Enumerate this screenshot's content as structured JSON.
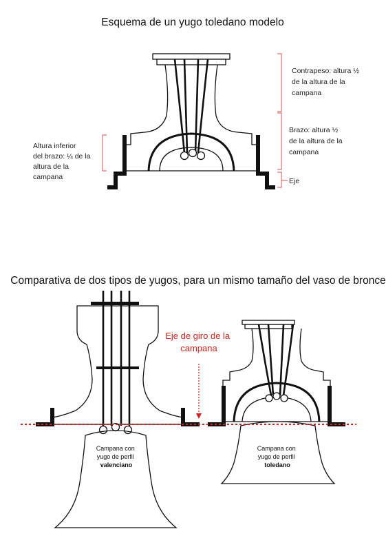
{
  "top_title": "Esquema de un yugo toledano modelo",
  "annotations": {
    "contrapeso": [
      "Contrapeso: altura ½",
      "de la altura de la",
      "campana"
    ],
    "brazo": [
      "Brazo: altura ½",
      "de la altura de la",
      "campana"
    ],
    "eje": "Eje",
    "altura_inferior": [
      "Altura inferior",
      "del brazo: ¼ de la",
      "altura de la",
      "campana"
    ]
  },
  "bottom_title": "Comparativa de dos tipos de yugos, para un mismo tamaño del vaso de bronce",
  "eje_giro": [
    "Eje de giro de la",
    "campana"
  ],
  "bell_valenciano": [
    "Campana con",
    "yugo de perfil",
    "valenciano"
  ],
  "bell_toledano": [
    "Campana con",
    "yugo de perfil",
    "toledano"
  ],
  "colors": {
    "annotation_red": "#d32020",
    "bracket_red": "#d95050",
    "line": "#111111"
  }
}
